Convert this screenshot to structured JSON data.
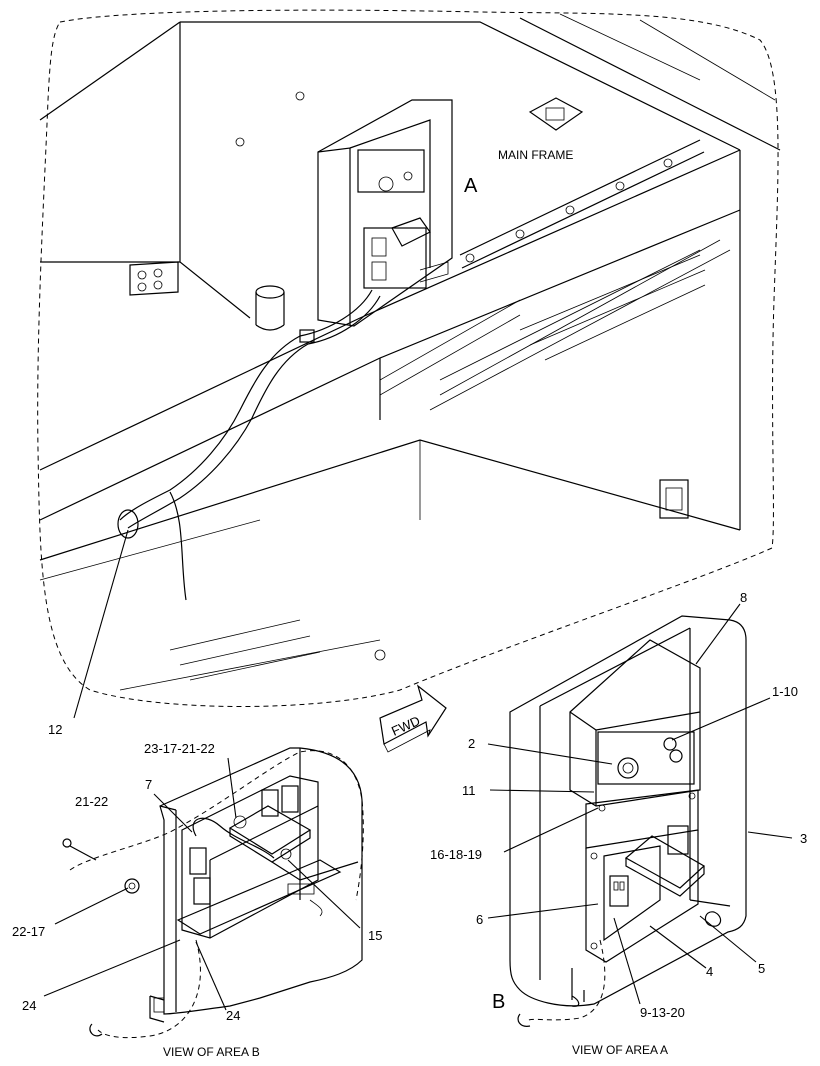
{
  "views": {
    "main": {
      "frame_label": "MAIN FRAME",
      "area_letter": "A"
    },
    "area_b": {
      "letter": "B",
      "caption": "VIEW OF AREA  B"
    },
    "area_a": {
      "caption": "VIEW OF AREA  A"
    }
  },
  "direction_arrow": {
    "label": "FWD",
    "icon": "forward-arrow-icon"
  },
  "callouts": {
    "c12": "12",
    "c8": "8",
    "c1_10": "1-10",
    "c2": "2",
    "c11": "11",
    "c16_18_19": "16-18-19",
    "c3": "3",
    "c6": "6",
    "c4": "4",
    "c5": "5",
    "c9_13_20": "9-13-20",
    "c23_17_21_22": "23-17-21-22",
    "c7": "7",
    "c21_22": "21-22",
    "c22_17": "22-17",
    "c15": "15",
    "c24a": "24",
    "c24b": "24"
  }
}
